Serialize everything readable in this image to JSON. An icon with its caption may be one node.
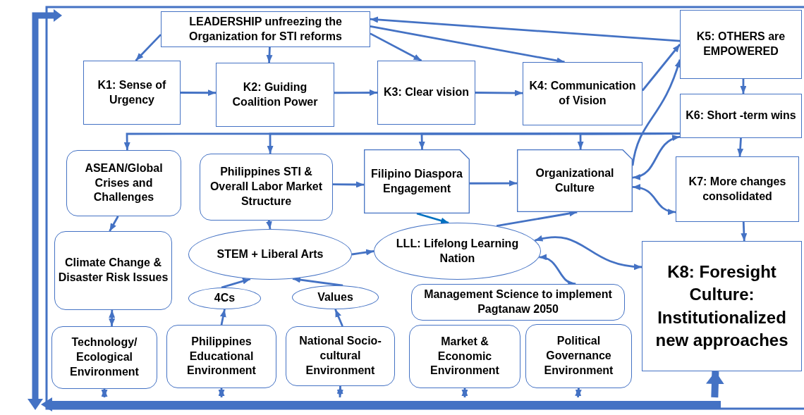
{
  "diagram": {
    "nodes": [
      {
        "text": [
          "LEADERSHIP unfreezing the Organization for STI reforms"
        ]
      },
      {
        "text": [
          "K1: Sense of Urgency"
        ]
      },
      {
        "text": [
          "K2: Guiding Coalition Power"
        ]
      },
      {
        "text": [
          "K3: Clear vision"
        ]
      },
      {
        "text": [
          "K4: Communication of Vision"
        ]
      },
      {
        "text": [
          "K5: OTHERS are EMPOWERED"
        ]
      },
      {
        "text": [
          "K6: Short -term wins"
        ]
      },
      {
        "text": [
          "K7: More changes consolidated"
        ]
      },
      {
        "text": [
          "K8: Foresight Culture: Institutionalized new approaches"
        ]
      },
      {
        "text": [
          "ASEAN/Global Crises and Challenges"
        ]
      },
      {
        "text": [
          "Philippines STI & Overall Labor Market Structure"
        ]
      },
      {
        "text": [
          "Filipino Diaspora Engagement"
        ]
      },
      {
        "text": [
          "Organizational Culture"
        ]
      },
      {
        "text": [
          "Climate Change & Disaster Risk Issues"
        ]
      },
      {
        "text": [
          "STEM + Liberal Arts"
        ]
      },
      {
        "text": [
          "LLL: Lifelong Learning Nation"
        ]
      },
      {
        "text": [
          "4Cs"
        ]
      },
      {
        "text": [
          "Values"
        ]
      },
      {
        "text": [
          "Management Science to implement Pagtanaw 2050"
        ]
      },
      {
        "text": [
          "Technology/ Ecological Environment"
        ]
      },
      {
        "text": [
          "Philippines Educational Environment"
        ]
      },
      {
        "text": [
          "National Socio-cultural Environment"
        ]
      },
      {
        "text": [
          "Market & Economic Environment"
        ]
      },
      {
        "text": [
          "Political Governance Environment"
        ]
      },
      {
        "text": [],
        "shape": "bar"
      }
    ],
    "edges": [
      {
        "from": 0,
        "to": 1,
        "arrow": "to"
      },
      {
        "from": 0,
        "to": 2,
        "arrow": "to"
      },
      {
        "from": 0,
        "to": 3,
        "arrow": "to"
      },
      {
        "from": 0,
        "to": 4,
        "arrow": "to"
      },
      {
        "from": 5,
        "to": 0,
        "arrow": "to"
      },
      {
        "from": 1,
        "to": 2,
        "arrow": "to"
      },
      {
        "from": 2,
        "to": 3,
        "arrow": "to"
      },
      {
        "from": 3,
        "to": 4,
        "arrow": "to"
      },
      {
        "from": 4,
        "to": 5,
        "arrow": "to"
      },
      {
        "from": 12,
        "to": 5,
        "arrow": "to"
      },
      {
        "from": 5,
        "to": 6,
        "arrow": "to"
      },
      {
        "from": 6,
        "to": 7,
        "arrow": "to"
      },
      {
        "from": 7,
        "to": 8,
        "arrow": "to"
      },
      {
        "from": 6,
        "to": 9,
        "arrow": "to"
      },
      {
        "from": 6,
        "to": 10,
        "arrow": "to"
      },
      {
        "from": 6,
        "to": 11,
        "arrow": "to"
      },
      {
        "from": 6,
        "to": 12,
        "arrow": "to"
      },
      {
        "from": 12,
        "to": 6,
        "arrow": "both"
      },
      {
        "from": 12,
        "to": 7,
        "arrow": "both"
      },
      {
        "from": 10,
        "to": 11,
        "arrow": "to"
      },
      {
        "from": 11,
        "to": 12,
        "arrow": "to"
      },
      {
        "from": 11,
        "to": 15,
        "arrow": "to",
        "color": "#0070c0"
      },
      {
        "from": 15,
        "to": 12,
        "arrow": "to"
      },
      {
        "from": 9,
        "to": 13,
        "arrow": "to"
      },
      {
        "from": 10,
        "to": 14,
        "arrow": "to"
      },
      {
        "from": 14,
        "to": 15,
        "arrow": "to"
      },
      {
        "from": 16,
        "to": 14,
        "arrow": "to"
      },
      {
        "from": 17,
        "to": 14,
        "arrow": "to"
      },
      {
        "from": 20,
        "to": 16,
        "arrow": "to"
      },
      {
        "from": 21,
        "to": 17,
        "arrow": "to"
      },
      {
        "from": 13,
        "to": 19,
        "arrow": "both"
      },
      {
        "from": 15,
        "to": 8,
        "arrow": "both"
      },
      {
        "from": 15,
        "to": 18,
        "arrow": "both"
      },
      {
        "from": 19,
        "to": 24,
        "arrow": "both"
      },
      {
        "from": 20,
        "to": 24,
        "arrow": "both"
      },
      {
        "from": 21,
        "to": 24,
        "arrow": "both"
      },
      {
        "from": 22,
        "to": 24,
        "arrow": "both"
      },
      {
        "from": 23,
        "to": 24,
        "arrow": "both"
      },
      {
        "from": 24,
        "to": 8,
        "arrow": "to",
        "style": "thick"
      }
    ]
  }
}
